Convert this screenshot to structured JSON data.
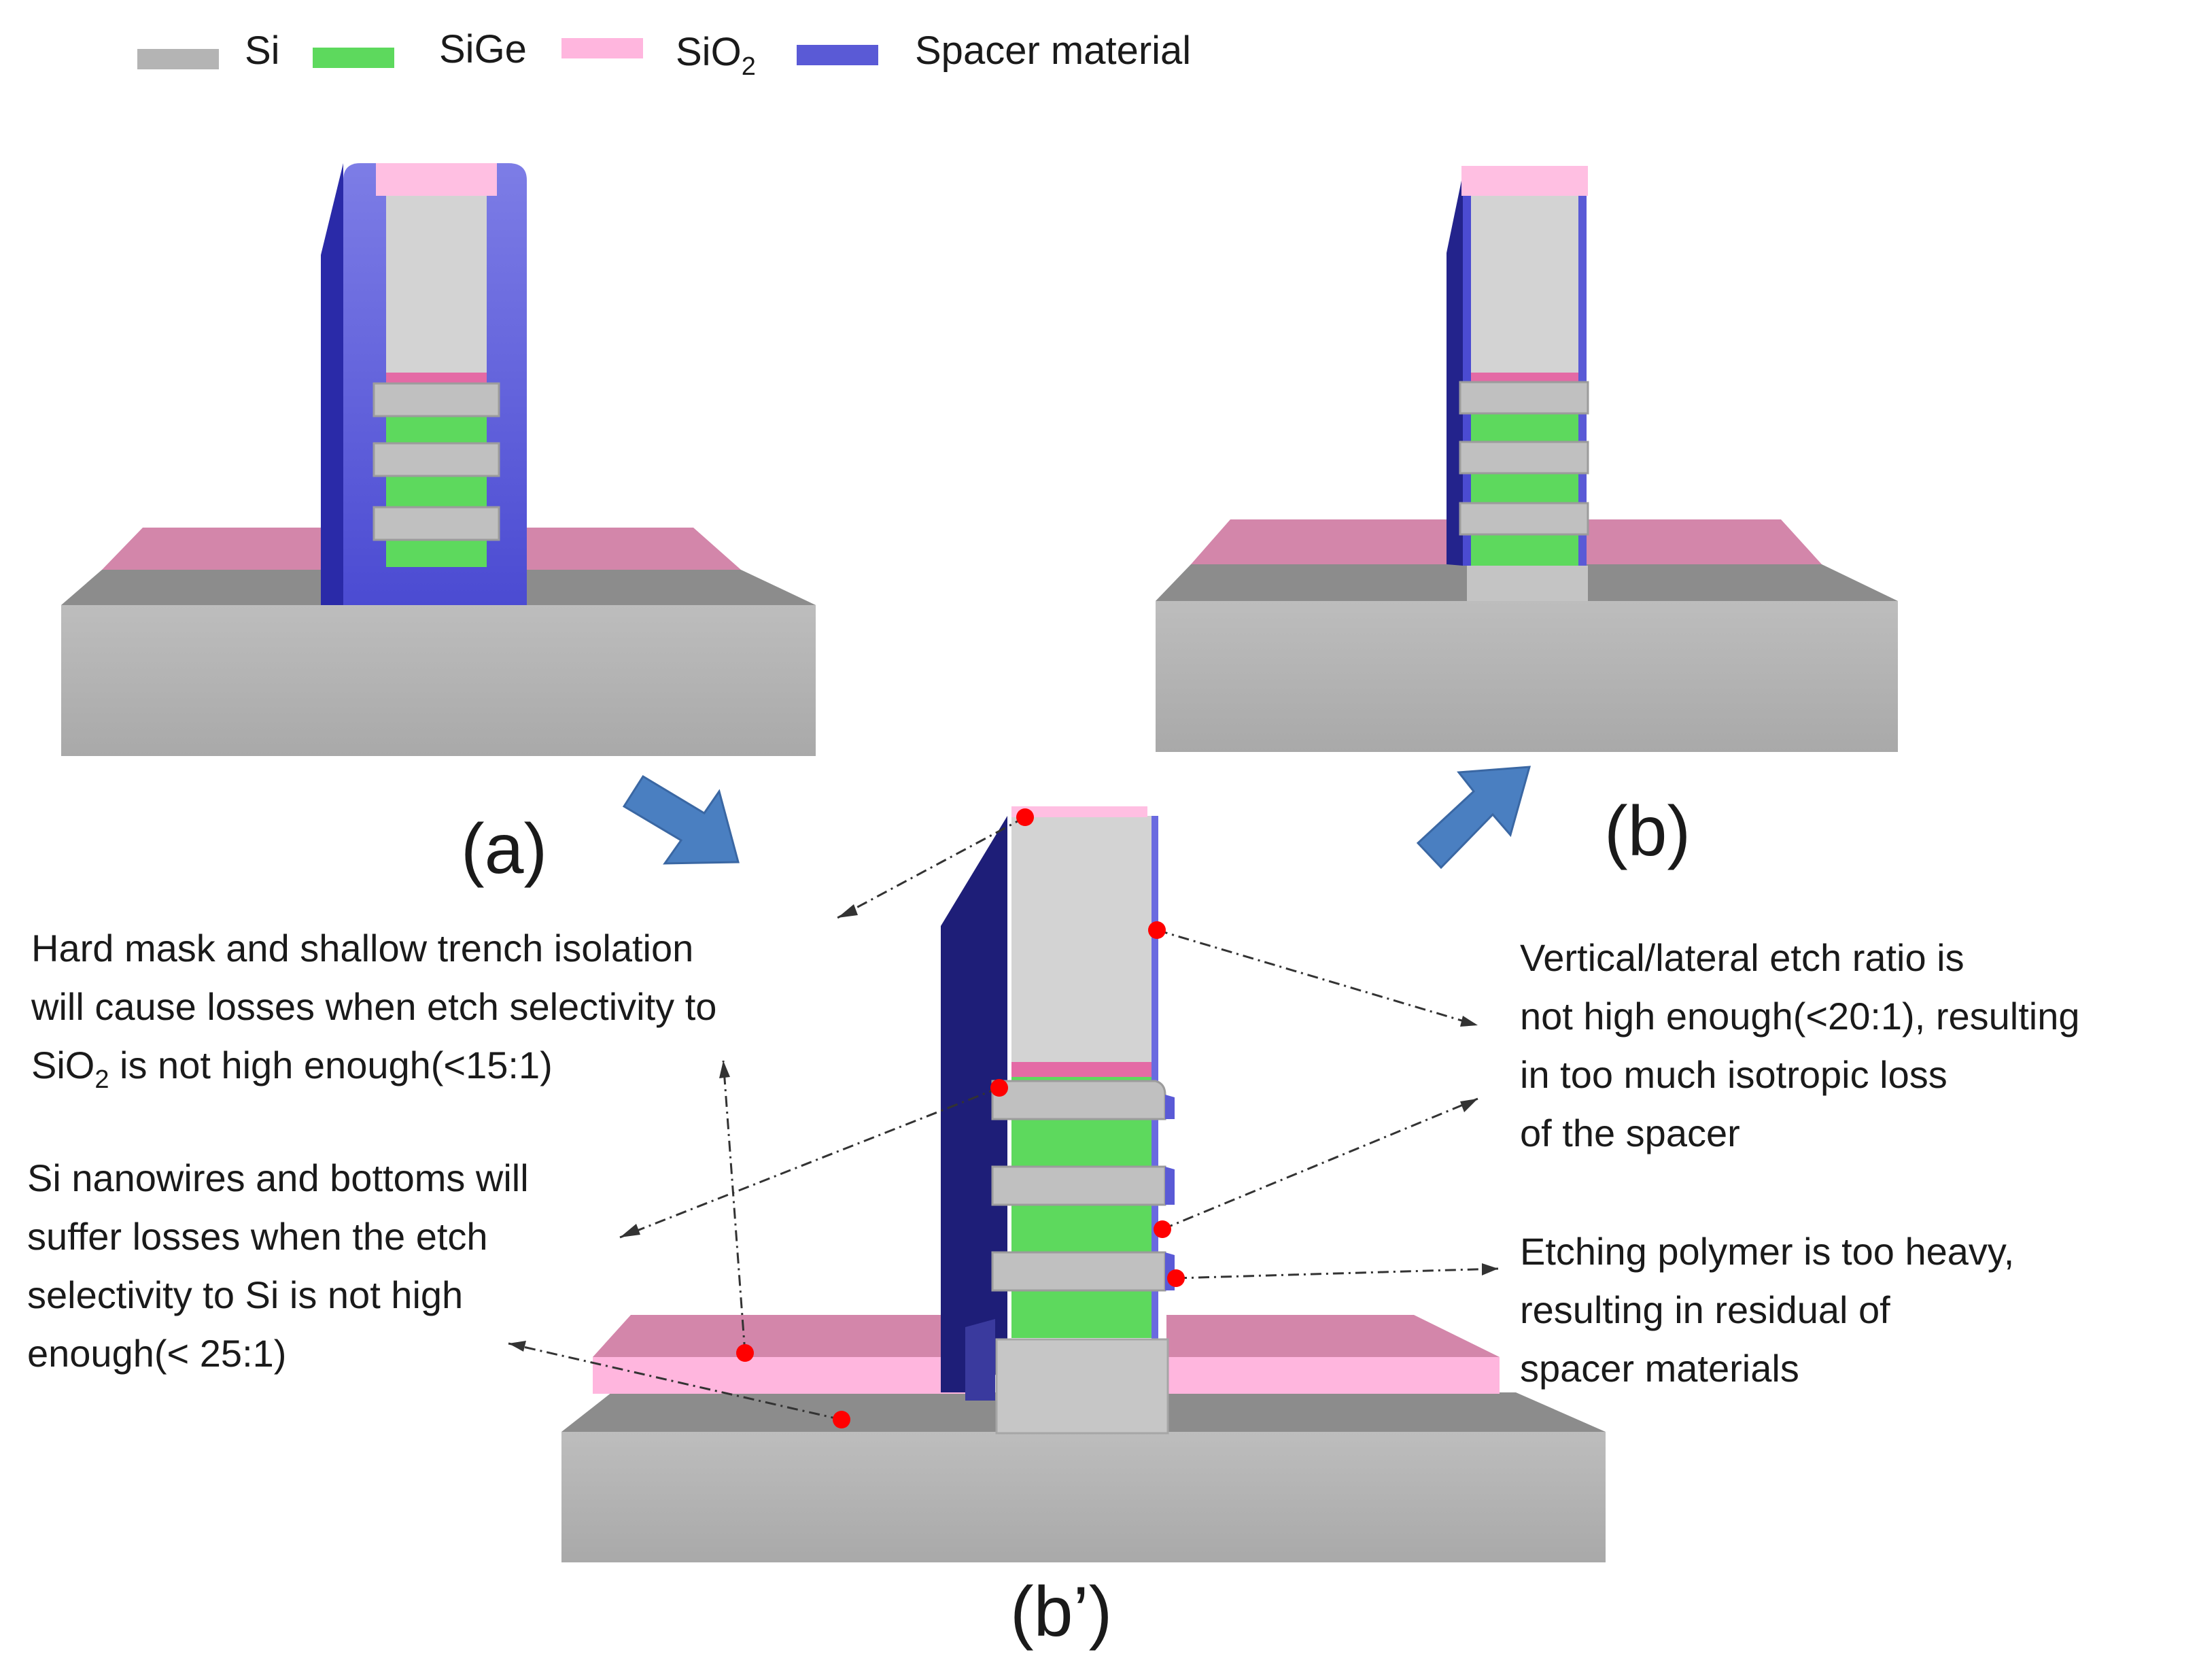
{
  "legend": [
    {
      "label": "Si",
      "color": "#b4b4b4"
    },
    {
      "label": "SiGe",
      "color": "#5dd95d"
    },
    {
      "label": "SiO",
      "sub": "2",
      "color": "#ffb6de"
    },
    {
      "label": "Spacer material",
      "color": "#5a5ad6"
    }
  ],
  "panels": {
    "a": "(a)",
    "b": "(b)",
    "bp": "(b’)"
  },
  "annotations": {
    "hardmask": {
      "line1": "Hard mask and shallow  trench isolation",
      "line2": " will cause losses when etch selectivity to",
      "line3_pre": "SiO",
      "line3_sub": "2",
      "line3_post": " is not high enough(<15:1)"
    },
    "nanowire": {
      "line1": "Si nanowires and bottoms will",
      "line2": "suffer  losses  when the etch",
      "line3": "selectivity to Si  is not high",
      "line4": "enough(< 25:1)"
    },
    "ratio": {
      "line1": "Vertical/lateral etch ratio is",
      "line2": "not high enough(<20:1), resulting",
      "line3": "in too much isotropic loss",
      "line4": " of the spacer"
    },
    "polymer": {
      "line1": "Etching polymer is too heavy,",
      "line2": " resulting in residual of",
      "line3": " spacer materials"
    }
  },
  "colors": {
    "si": "#b4b4b4",
    "si_dark": "#8a8a8a",
    "sige": "#5dd95d",
    "sio2": "#ffb6de",
    "sio2_dark": "#d386aa",
    "spacer": "#5a5ad6",
    "spacer_dark": "#1e1e78",
    "arrow": "#4a7fc1",
    "marker": "#ff0000"
  }
}
